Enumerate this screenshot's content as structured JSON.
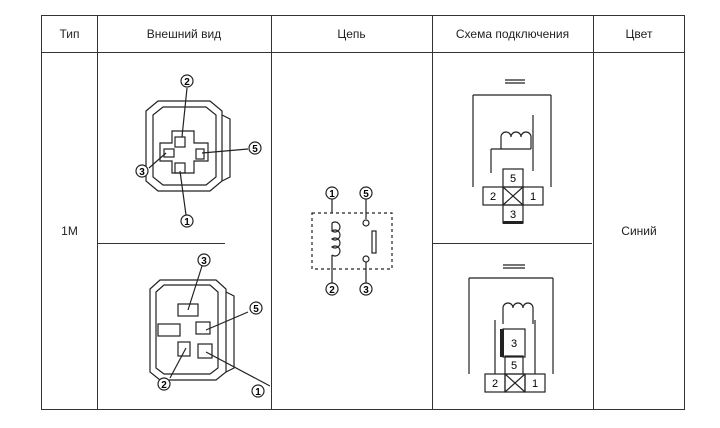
{
  "headers": {
    "type": "Тип",
    "appearance": "Внешний вид",
    "circuit": "Цепь",
    "wiring": "Схема подключения",
    "color": "Цвет"
  },
  "row": {
    "type": "1M",
    "color": "Синий"
  },
  "pins": {
    "p1": "1",
    "p2": "2",
    "p3": "3",
    "p5": "5"
  }
}
